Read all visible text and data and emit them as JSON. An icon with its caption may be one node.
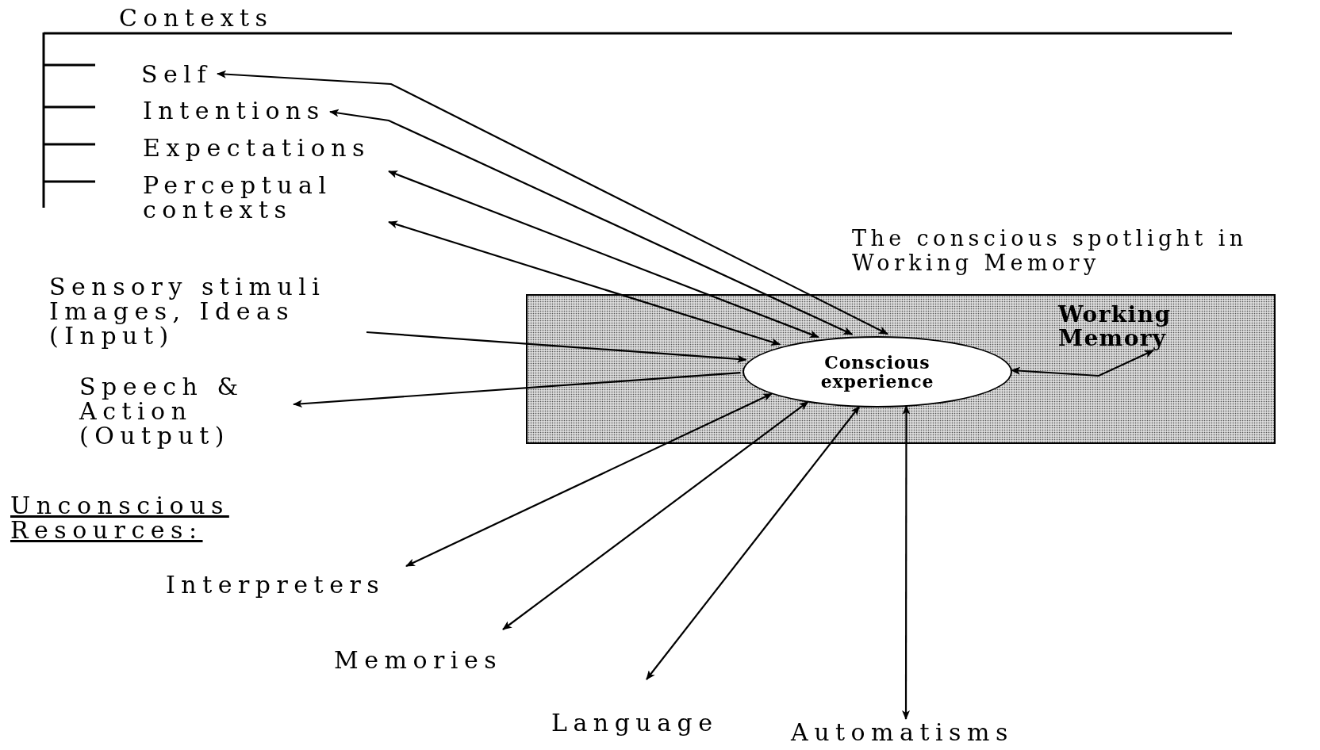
{
  "diagram": {
    "nodes": [
      {
        "text": [
          "Self"
        ]
      },
      {
        "text": [
          "Intentions"
        ]
      },
      {
        "text": [
          "Expectations"
        ]
      },
      {
        "text": [
          "Perceptual contexts"
        ]
      },
      {
        "text": [
          "Sensory stimuli Images, Ideas (Input)"
        ]
      },
      {
        "text": [
          "Speech & Action (Output)"
        ]
      },
      {
        "text": [
          "The conscious spotlight in Working Memory"
        ]
      },
      {
        "text": [
          "Working Memory"
        ],
        "in": 6
      },
      {
        "text": [
          "Conscious experience"
        ],
        "in": 6
      },
      {
        "text": [
          "Interpreters"
        ]
      },
      {
        "text": [
          "Memories"
        ]
      },
      {
        "text": [
          "Language"
        ]
      },
      {
        "text": [
          "Automatisms"
        ]
      }
    ],
    "edges": [
      {
        "from": 8,
        "to": 0,
        "arrow": "both"
      },
      {
        "from": 8,
        "to": 1,
        "arrow": "both"
      },
      {
        "from": 8,
        "to": 2,
        "arrow": "both"
      },
      {
        "from": 8,
        "to": 3,
        "arrow": "both"
      },
      {
        "from": 4,
        "to": 8,
        "arrow": "to"
      },
      {
        "from": 8,
        "to": 5,
        "arrow": "to"
      },
      {
        "from": 8,
        "to": 7,
        "arrow": "both"
      },
      {
        "from": 8,
        "to": 9,
        "arrow": "both"
      },
      {
        "from": 8,
        "to": 10,
        "arrow": "both"
      },
      {
        "from": 8,
        "to": 11,
        "arrow": "both"
      },
      {
        "from": 8,
        "to": 12,
        "arrow": "both"
      }
    ],
    "labels": [
      "Contexts",
      "Unconscious Resources:"
    ]
  }
}
